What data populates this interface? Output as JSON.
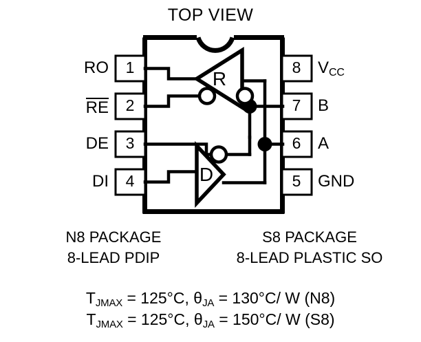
{
  "diagram": {
    "title": "TOP VIEW",
    "part_type": "rs485-transceiver-pinout",
    "package_outline": {
      "notch": "semicircle-top-center",
      "pin_count": 8
    },
    "pins_left": [
      {
        "number": "1",
        "label": "RO",
        "overbar": false
      },
      {
        "number": "2",
        "label": "RE",
        "overbar": true
      },
      {
        "number": "3",
        "label": "DE",
        "overbar": false
      },
      {
        "number": "4",
        "label": "DI",
        "overbar": false
      }
    ],
    "pins_right": [
      {
        "number": "8",
        "label": "V",
        "subscript": "CC"
      },
      {
        "number": "7",
        "label": "B",
        "subscript": ""
      },
      {
        "number": "6",
        "label": "A",
        "subscript": ""
      },
      {
        "number": "5",
        "label": "GND",
        "subscript": ""
      }
    ],
    "blocks": [
      {
        "id": "receiver",
        "symbol": "R",
        "orientation": "left",
        "bubbles": 3
      },
      {
        "id": "driver",
        "symbol": "D",
        "orientation": "right",
        "bubbles": 1
      }
    ],
    "junction_dots": 2
  },
  "packages": {
    "left": {
      "name": "N8 PACKAGE",
      "description": "8-LEAD PDIP"
    },
    "right": {
      "name": "S8 PACKAGE",
      "description": "8-LEAD PLASTIC SO"
    }
  },
  "thermal": {
    "line1": {
      "tj_symbol": "T",
      "tj_subscript": "JMAX",
      "tj_value": " = 125°C, ",
      "theta_symbol": "θ",
      "theta_subscript": "JA",
      "theta_value": " = 130°C/ W (N8)"
    },
    "line2": {
      "tj_symbol": "T",
      "tj_subscript": "JMAX",
      "tj_value": " = 125°C, ",
      "theta_symbol": "θ",
      "theta_subscript": "JA",
      "theta_value": " = 150°C/ W (S8)"
    }
  },
  "colors": {
    "ink": "#000000",
    "background": "#ffffff"
  }
}
